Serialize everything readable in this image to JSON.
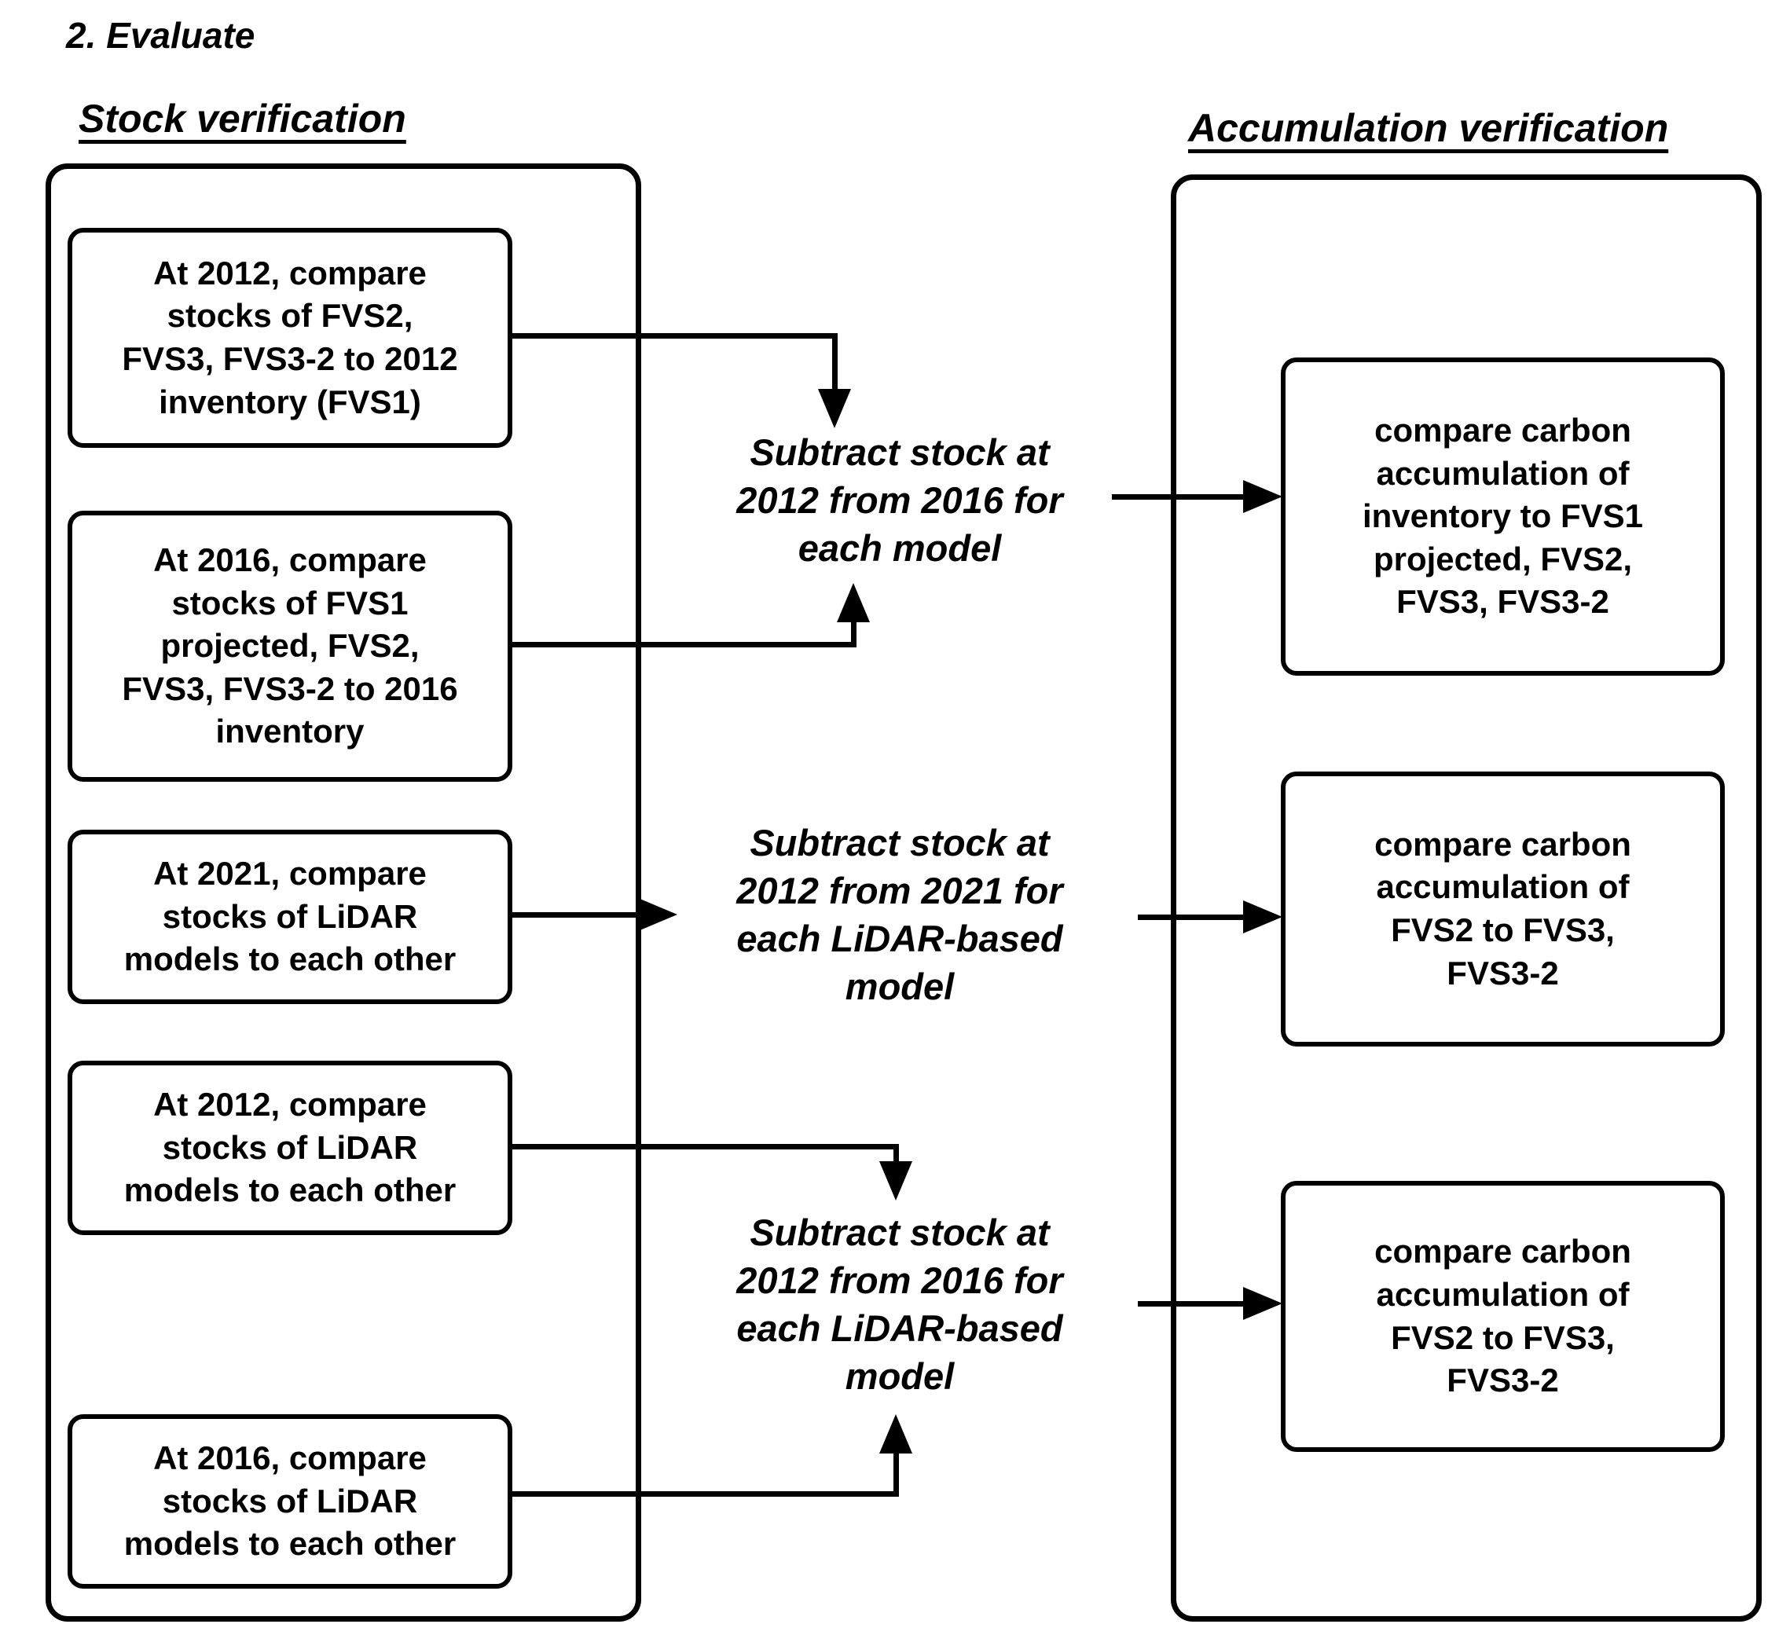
{
  "title": "2. Evaluate",
  "left_panel": {
    "header": "Stock verification",
    "boxes": [
      {
        "text": "At 2012, compare\nstocks of FVS2,\nFVS3, FVS3-2 to 2012\ninventory (FVS1)"
      },
      {
        "text": "At 2016, compare\nstocks of FVS1\nprojected, FVS2,\nFVS3, FVS3-2 to 2016\ninventory"
      },
      {
        "text": "At 2021, compare\nstocks of LiDAR\nmodels to each other"
      },
      {
        "text": "At 2012, compare\nstocks of LiDAR\nmodels to each other"
      },
      {
        "text": "At 2016, compare\nstocks of LiDAR\nmodels to each other"
      }
    ]
  },
  "middle_steps": [
    {
      "text": "Subtract stock at\n2012 from 2016 for\neach model"
    },
    {
      "text": "Subtract stock at\n2012 from 2021 for\neach LiDAR-based\nmodel"
    },
    {
      "text": "Subtract stock at\n2012 from 2016 for\neach LiDAR-based\nmodel"
    }
  ],
  "right_panel": {
    "header": "Accumulation verification",
    "boxes": [
      {
        "text": "compare carbon\naccumulation of\ninventory to FVS1\nprojected, FVS2,\nFVS3, FVS3-2"
      },
      {
        "text": "compare carbon\naccumulation of\nFVS2 to FVS3,\nFVS3-2"
      },
      {
        "text": "compare carbon\naccumulation of\nFVS2 to FVS3,\nFVS3-2"
      }
    ]
  },
  "colors": {
    "ink": "#000000",
    "background": "#ffffff"
  }
}
